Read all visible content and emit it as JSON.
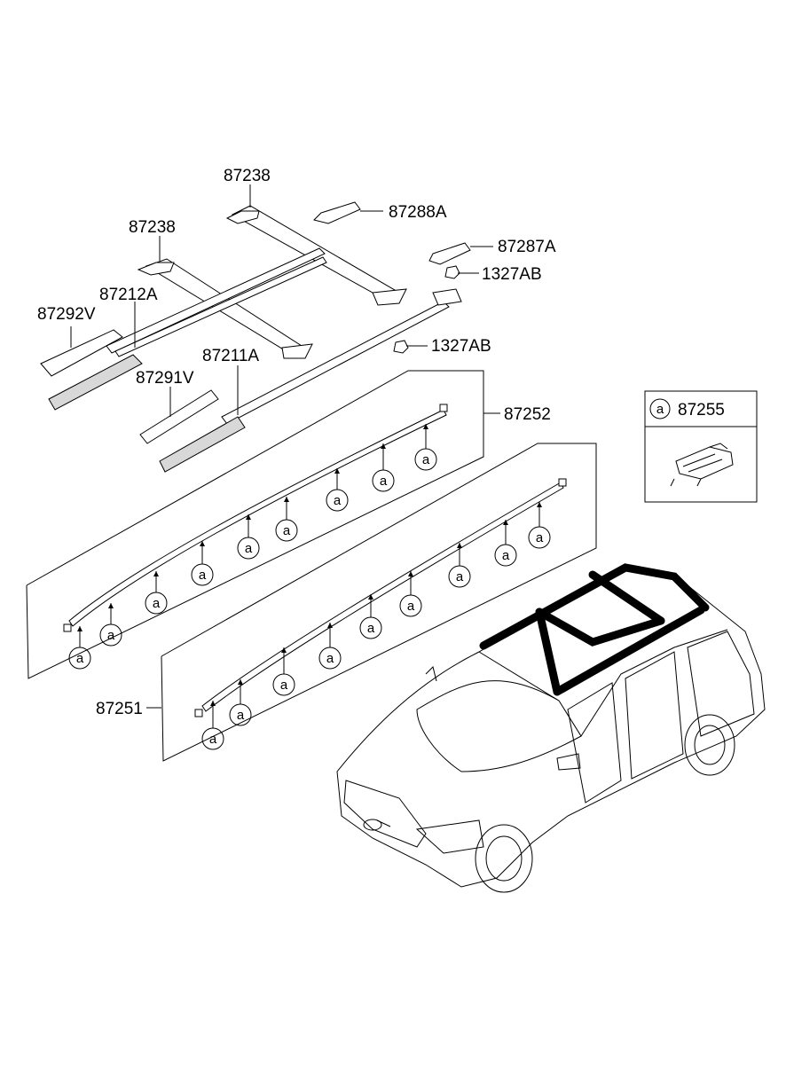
{
  "labels": {
    "crossbar_rear": "87238",
    "crossbar_front": "87238",
    "cover_88a": "87288A",
    "cover_87a": "87287A",
    "nut_upper": "1327AB",
    "nut_lower": "1327AB",
    "rail_lh": "87212A",
    "rail_rh": "87211A",
    "end_cover_lh": "87292V",
    "end_cover_rh": "87291V",
    "molding_lh": "87252",
    "molding_rh": "87251"
  },
  "legend": {
    "symbol": "a",
    "part": "87255"
  },
  "callout_symbol": "a"
}
